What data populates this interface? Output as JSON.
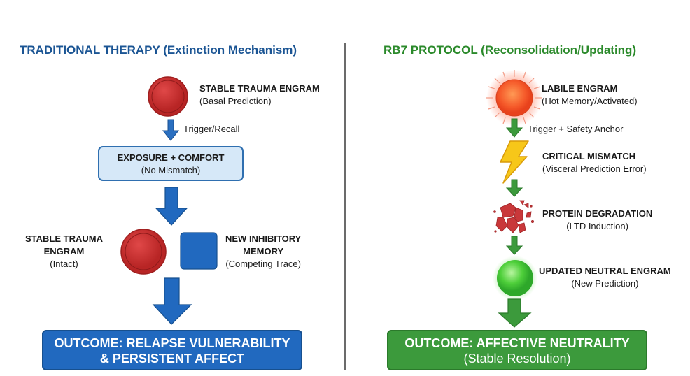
{
  "left_panel": {
    "title": "TRADITIONAL THERAPY (Extinction Mechanism)",
    "color": "#1b5594",
    "stable_engram": {
      "title": "STABLE TRAUMA ENGRAM",
      "subtitle": "(Basal Prediction)",
      "icon": "red-circle"
    },
    "arrow_label": "Trigger/Recall",
    "exposure_box": {
      "title": "EXPOSURE + COMFORT",
      "subtitle": "(No Mismatch)"
    },
    "intact_engram": {
      "title_line1": "STABLE TRAUMA",
      "title_line2": "ENGRAM",
      "subtitle": "(Intact)",
      "icon": "red-circle"
    },
    "inhibitory_memory": {
      "title_line1": "NEW INHIBITORY",
      "title_line2": "MEMORY",
      "subtitle": "(Competing Trace)",
      "icon": "blue-square"
    },
    "outcome": {
      "line1": "OUTCOME: RELAPSE VULNERABILITY",
      "line2": "& PERSISTENT AFFECT"
    }
  },
  "right_panel": {
    "title": "RB7 PROTOCOL (Reconsolidation/Updating)",
    "color": "#2b8a2b",
    "labile_engram": {
      "title": "LABILE ENGRAM",
      "subtitle": "(Hot Memory/Activated)",
      "icon": "glowing-sun"
    },
    "arrow_label": "Trigger + Safety Anchor",
    "mismatch": {
      "title": "CRITICAL MISMATCH",
      "subtitle": "(Visceral Prediction Error)",
      "icon": "lightning-bolt"
    },
    "degradation": {
      "title": "PROTEIN DEGRADATION",
      "subtitle": "(LTD Induction)",
      "icon": "shattered-sphere"
    },
    "updated_engram": {
      "title": "UPDATED NEUTRAL ENGRAM",
      "subtitle": "(New Prediction)",
      "icon": "green-sphere"
    },
    "outcome": {
      "line1": "OUTCOME: AFFECTIVE NEUTRALITY",
      "line2": "(Stable Resolution)"
    }
  }
}
